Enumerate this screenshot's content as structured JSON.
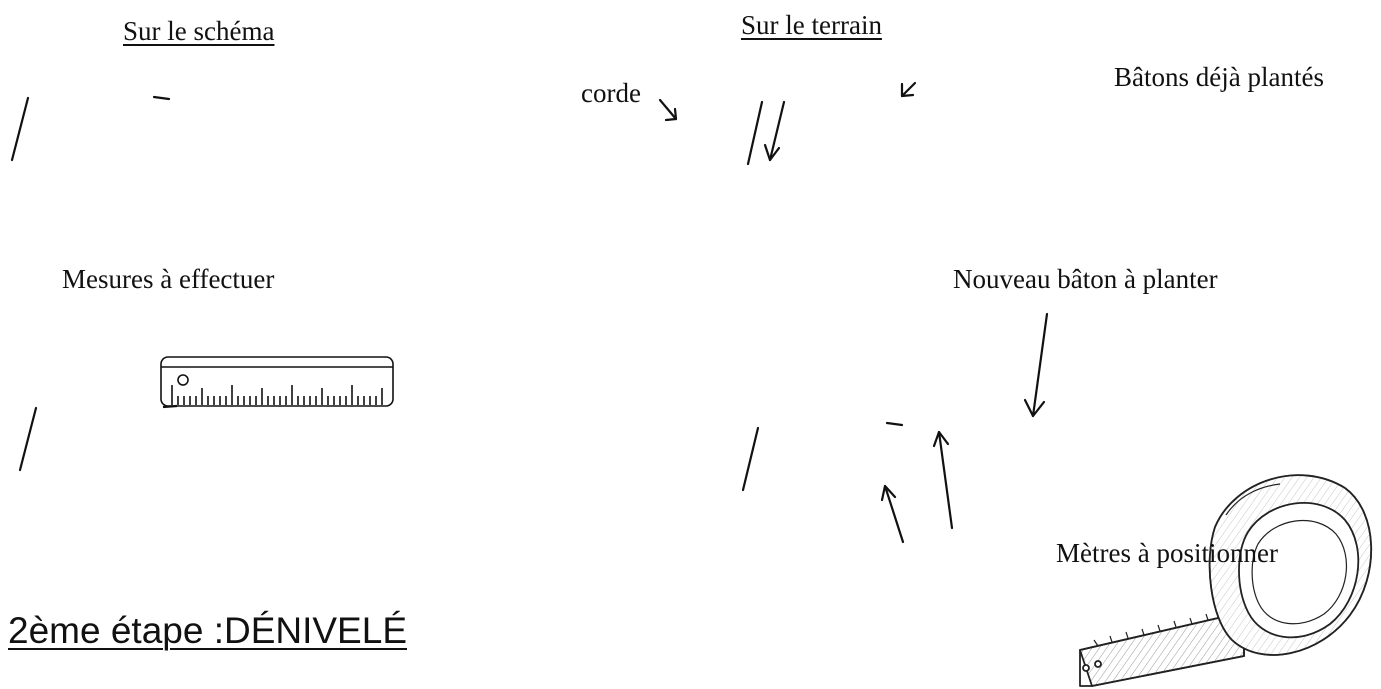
{
  "headings": {
    "schema": "Sur le schéma",
    "terrain": "Sur le terrain"
  },
  "labels": {
    "corde": "corde",
    "batons_plantes": "Bâtons déjà plantés",
    "mesures": "Mesures à effectuer",
    "nouveau_baton": "Nouveau bâton à planter",
    "metres": "Mètres à positionner"
  },
  "step_title": "2ème étape :DÉNIVELÉ",
  "icons": [
    "ruler-icon",
    "tape-measure-icon"
  ]
}
